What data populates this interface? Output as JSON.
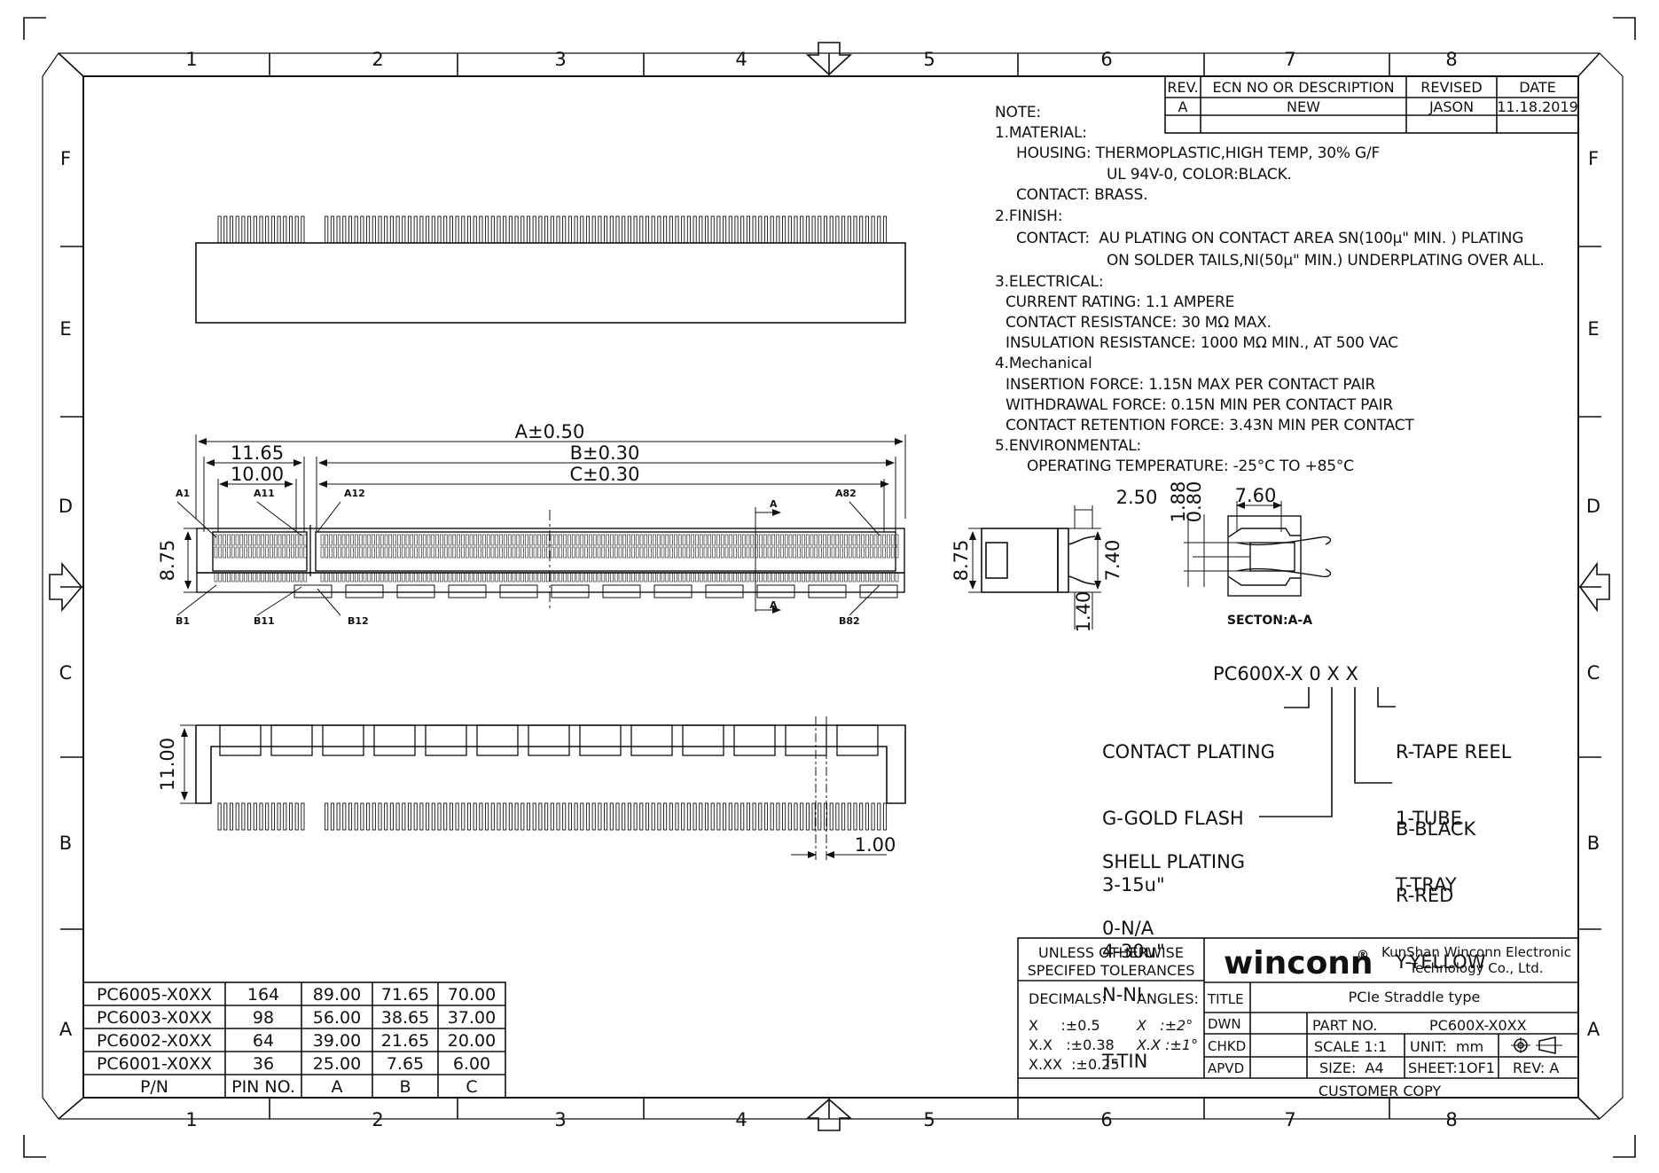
{
  "sheet": {
    "zone_columns": [
      "1",
      "2",
      "3",
      "4",
      "5",
      "6",
      "7",
      "8"
    ],
    "zone_rows": [
      "F",
      "E",
      "D",
      "C",
      "B",
      "A"
    ]
  },
  "revision_block": {
    "headers": [
      "REV.",
      "ECN NO OR DESCRIPTION",
      "REVISED",
      "DATE"
    ],
    "rows": [
      [
        "A",
        "NEW",
        "JASON",
        "11.18.2019"
      ]
    ]
  },
  "notes": {
    "title": "NOTE:",
    "lines": [
      "1.MATERIAL:",
      "HOUSING: THERMOPLASTIC,HIGH TEMP, 30% G/F",
      "UL 94V-0, COLOR:BLACK.",
      "CONTACT: BRASS.",
      "2.FINISH:",
      "CONTACT:  AU PLATING ON CONTACT AREA SN(100μ\" MIN. ) PLATING",
      "ON SOLDER TAILS,NI(50μ\" MIN.) UNDERPLATING OVER ALL.",
      "3.ELECTRICAL:",
      "CURRENT RATING: 1.1 AMPERE",
      "CONTACT RESISTANCE: 30 MΩ MAX.",
      "INSULATION RESISTANCE: 1000 MΩ MIN., AT 500 VAC",
      "4.Mechanical",
      "INSERTION FORCE: 1.15N MAX PER CONTACT PAIR",
      "WITHDRAWAL FORCE: 0.15N MIN PER CONTACT PAIR",
      "CONTACT RETENTION FORCE: 3.43N MIN PER CONTACT",
      "5.ENVIRONMENTAL:",
      "OPERATING TEMPERATURE: -25°C TO +85°C"
    ]
  },
  "dims": {
    "a": "A±0.50",
    "b": "B±0.30",
    "c": "C±0.30",
    "d1165": "11.65",
    "d1000": "10.00",
    "d875": "8.75",
    "d1100": "11.00",
    "d100": "1.00",
    "side_875": "8.75",
    "side_250": "2.50",
    "side_740": "7.40",
    "side_140": "1.40",
    "sec_188": "1.88",
    "sec_080": "0.80",
    "sec_760": "7.60",
    "section_mark": "A",
    "section_title": "SECTON:A-A"
  },
  "pins": {
    "a1": "A1",
    "a11": "A11",
    "a12": "A12",
    "a82": "A82",
    "b1": "B1",
    "b11": "B11",
    "b12": "B12",
    "b82": "B82"
  },
  "part_number": {
    "code": "PC600X-X 0 X X",
    "contact_plating": [
      "CONTACT PLATING",
      "G-GOLD FLASH",
      "3-15u\"",
      "4-30u\""
    ],
    "shell_plating": [
      "SHELL PLATING",
      "0-N/A",
      "N-NI",
      "T-TIN"
    ],
    "packaging": [
      "R-TAPE REEL",
      "1-TUBE",
      "T-TRAY"
    ],
    "color": [
      "B-BLACK",
      "R-RED",
      "Y-YELLOW"
    ]
  },
  "pn_table": {
    "rows": [
      [
        "PC6005-X0XX",
        "164",
        "89.00",
        "71.65",
        "70.00"
      ],
      [
        "PC6003-X0XX",
        "98",
        "56.00",
        "38.65",
        "37.00"
      ],
      [
        "PC6002-X0XX",
        "64",
        "39.00",
        "21.65",
        "20.00"
      ],
      [
        "PC6001-X0XX",
        "36",
        "25.00",
        "7.65",
        "6.00"
      ]
    ],
    "footer": [
      "P/N",
      "PIN NO.",
      "A",
      "B",
      "C"
    ]
  },
  "title_block": {
    "tol_title": [
      "UNLESS OTHERWISE",
      "SPECIFED TOLERANCES"
    ],
    "decimals_label": "DECIMALS:",
    "angles_label": "ANGLES:",
    "tol_x": "X     :±0.5",
    "tol_xx": "X.X   :±0.38",
    "tol_xxx": "X.XX  :±0.25",
    "ang_x": "X   :±2°",
    "ang_xx": "X.X :±1°",
    "logo": "winconn",
    "logo_mark": "®",
    "company": [
      "KunShan Winconn Electronic",
      "Technology Co., Ltd."
    ],
    "title_label": "TITLE",
    "title": "PCIe Straddle type",
    "dwn_label": "DWN",
    "part_no_label": "PART NO.",
    "part_no": "PC600X-X0XX",
    "chkd_label": "CHKD",
    "scale": "SCALE 1:1",
    "unit": "UNIT:  mm",
    "apvd_label": "APVD",
    "size": "SIZE:  A4",
    "sheet": "SHEET:1OF1",
    "rev": "REV: A",
    "copy": "CUSTOMER COPY"
  }
}
